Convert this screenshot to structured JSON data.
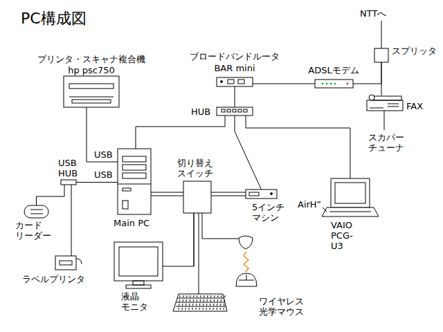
{
  "diagram": {
    "title": "PC構成図",
    "nodes": [
      {
        "text": [
          "プリンタ・スキャナ複合機",
          "hp psc750"
        ]
      },
      {
        "text": [
          "ブロードバンドルータ",
          "BAR mini"
        ]
      },
      {
        "text": [
          "ADSLモデム"
        ]
      },
      {
        "text": [
          "スプリッタ"
        ]
      },
      {
        "text": [
          "FAX"
        ]
      },
      {
        "text": [
          "HUB"
        ]
      },
      {
        "text": [
          "USB HUB"
        ]
      },
      {
        "text": [
          "Main PC"
        ]
      },
      {
        "text": [
          "切り替え スイッチ"
        ]
      },
      {
        "text": [
          "5インチ マシン"
        ]
      },
      {
        "text": [
          "VAIO PCG-U3"
        ]
      },
      {
        "text": [
          "カード リーダー"
        ]
      },
      {
        "text": [
          "ラベルプリンタ"
        ]
      },
      {
        "text": [
          "液晶 モニタ"
        ]
      },
      {
        "text": [
          "ワイヤレス 光学マウス"
        ]
      }
    ],
    "edges": [
      {
        "from": 0,
        "to": 7,
        "arrow": "none"
      },
      {
        "from": 2,
        "to": 3,
        "arrow": "none"
      },
      {
        "from": 3,
        "to": 4,
        "arrow": "none"
      },
      {
        "from": 1,
        "to": 2,
        "arrow": "none"
      },
      {
        "from": 5,
        "to": 1,
        "arrow": "none"
      },
      {
        "from": 5,
        "to": 7,
        "arrow": "none"
      },
      {
        "from": 5,
        "to": 9,
        "arrow": "none"
      },
      {
        "from": 5,
        "to": 10,
        "arrow": "none"
      },
      {
        "from": 6,
        "to": 7,
        "arrow": "none"
      },
      {
        "from": 6,
        "to": 11,
        "arrow": "none"
      },
      {
        "from": 6,
        "to": 12,
        "arrow": "none"
      },
      {
        "from": 7,
        "to": 8,
        "arrow": "none"
      },
      {
        "from": 8,
        "to": 9,
        "arrow": "none"
      },
      {
        "from": 8,
        "to": 13,
        "arrow": "none"
      }
    ],
    "labels": [
      "NTTへ",
      "スカパー チューナ",
      "USB",
      "USB",
      "AirH”"
    ]
  }
}
